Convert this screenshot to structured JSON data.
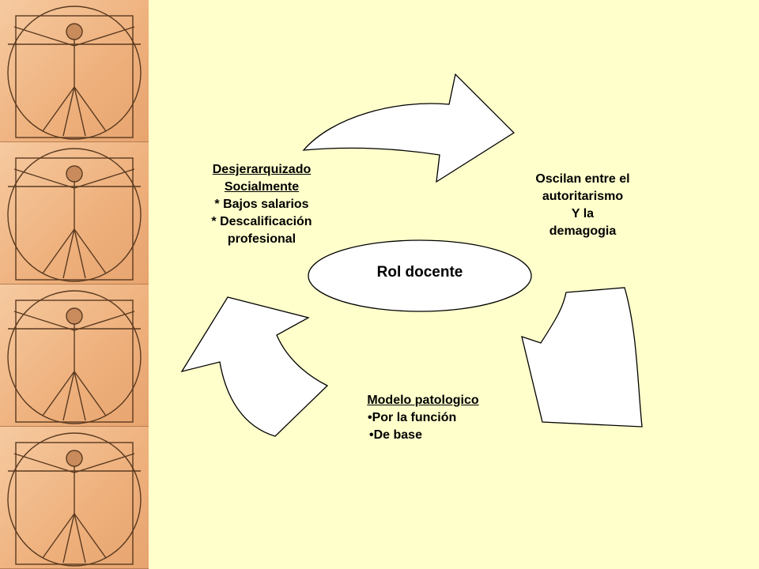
{
  "background_color": "#ffffcc",
  "side_images": [
    {
      "name": "vitruvian-man-1"
    },
    {
      "name": "vitruvian-man-2"
    },
    {
      "name": "vitruvian-man-3"
    },
    {
      "name": "vitruvian-man-4"
    }
  ],
  "center": {
    "label": "Rol docente"
  },
  "left": {
    "line1": "Desjerarquizado",
    "line2": "Socialmente",
    "line3": "* Bajos salarios",
    "line4": "* Descalificación",
    "line5": "profesional"
  },
  "right": {
    "line1": "Oscilan entre el",
    "line2": "autoritarismo",
    "line3": "Y la",
    "line4": "demagogia"
  },
  "bottom": {
    "title": "Modelo patologico",
    "item1": "•Por la función",
    "item2": "•De base"
  }
}
